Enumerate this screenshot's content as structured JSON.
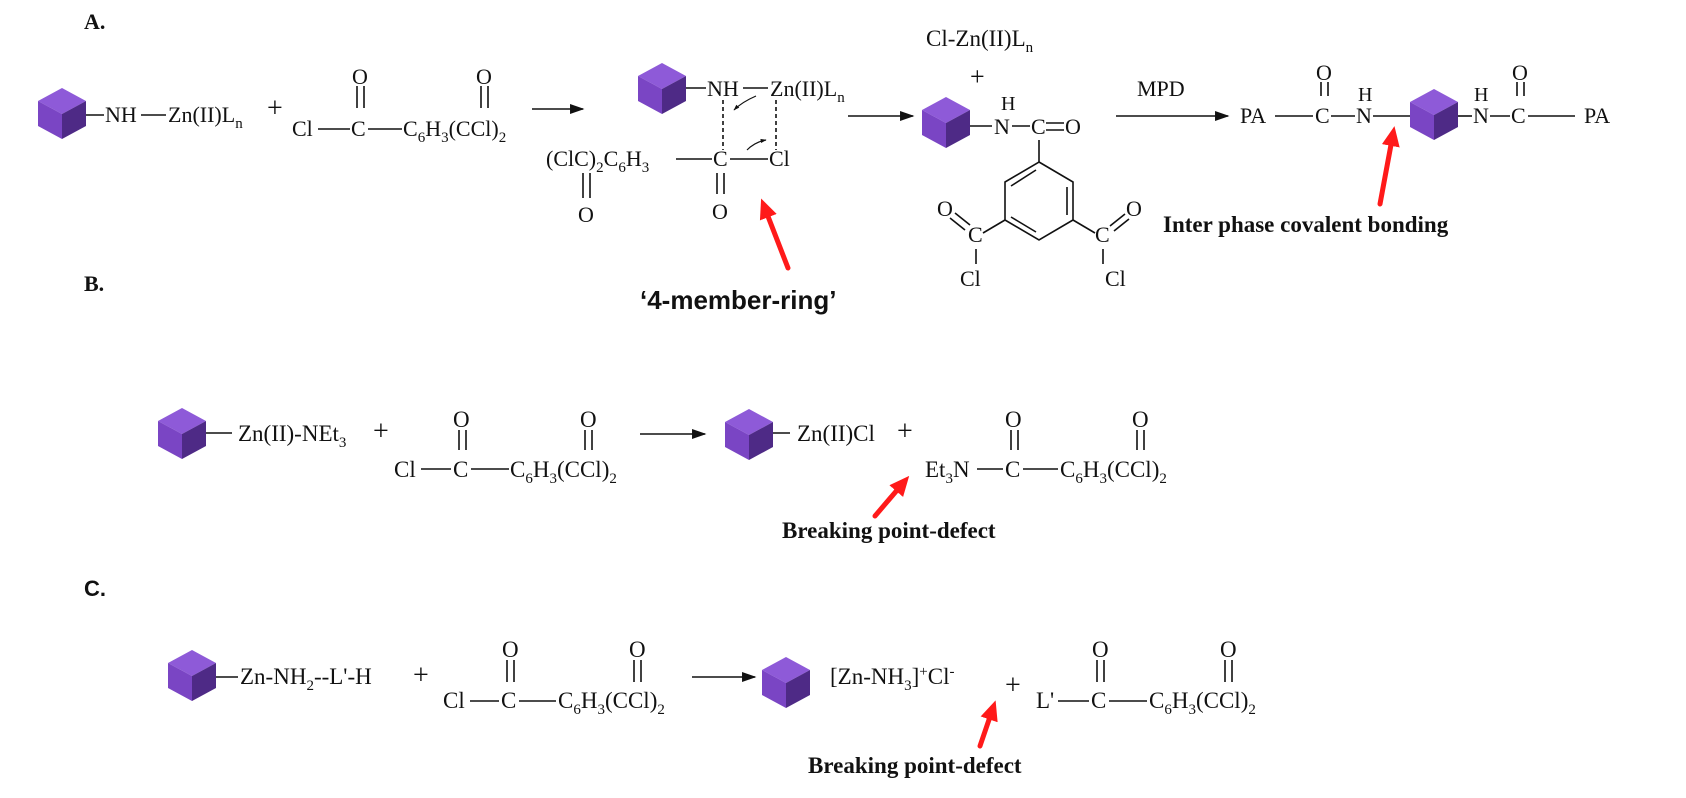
{
  "colors": {
    "cube": "#7a45c4",
    "cube_top": "#8e5ad8",
    "cube_side": "#4e2a86",
    "arrow_red": "#ff1a1a"
  },
  "icons": {
    "particle": "purple-cube-icon",
    "annotation_arrow": "red-arrow-icon"
  },
  "panels": {
    "a": {
      "label": "A.",
      "arrow_reagent": "MPD",
      "ring_note": "‘4-member-ring’",
      "interphase_note": "Inter phase covalent bonding"
    },
    "b": {
      "label": "B.",
      "note": "Breaking point-defect"
    },
    "c": {
      "label": "C.",
      "note": "Breaking point-defect"
    }
  }
}
